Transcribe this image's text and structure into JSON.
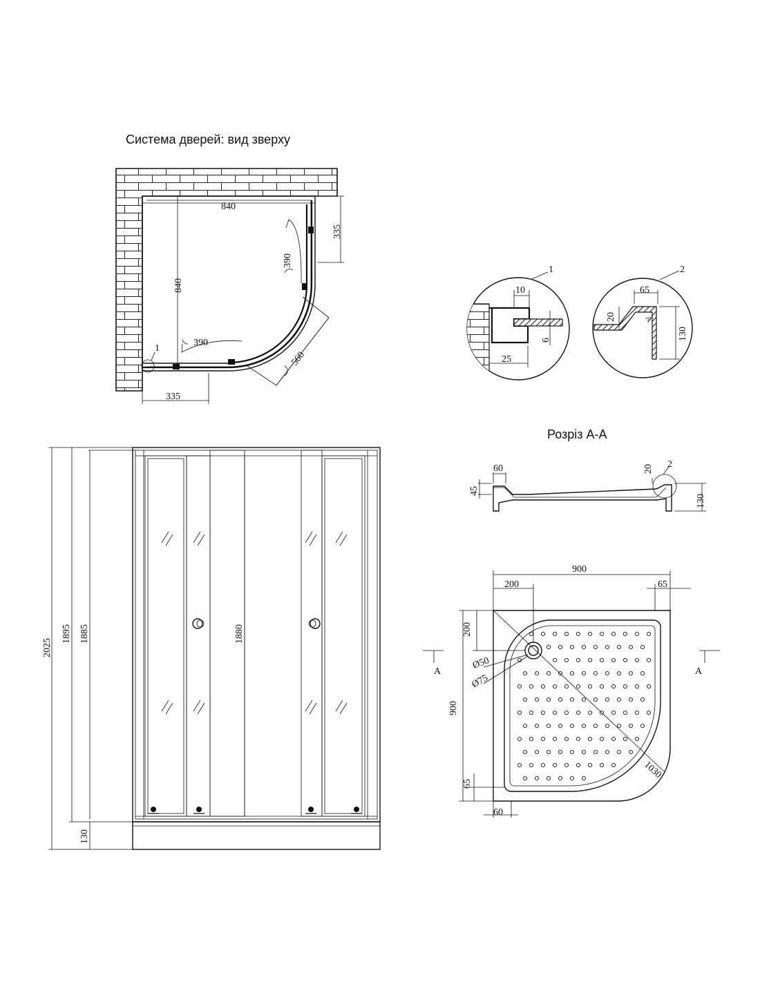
{
  "titles": {
    "door_system": "Система дверей: вид зверху",
    "section": "Розріз А-А"
  },
  "top_view": {
    "width": "840",
    "depth": "840",
    "side_panel": "335",
    "bottom_panel": "335",
    "door_top": "390",
    "door_left": "390",
    "opening": "560",
    "callout": "1"
  },
  "detail_1": {
    "label": "1",
    "gap": "10",
    "depth": "25",
    "height": "6"
  },
  "detail_2": {
    "label": "2",
    "top": "65",
    "step": "20",
    "height": "130",
    "marker": "A"
  },
  "front_view": {
    "total": "2025",
    "cabin": "1895",
    "glass": "1885",
    "door": "1880",
    "tray": "130"
  },
  "section_aa": {
    "edge": "60",
    "depth": "45",
    "rim": "20",
    "height": "130",
    "callout": "2"
  },
  "tray_plan": {
    "width": "900",
    "drain_offset_x": "200",
    "edge_right": "65",
    "drain_offset_y": "200",
    "depth": "900",
    "edge_bottom": "65",
    "edge_left": "60",
    "drain_small": "Ø50",
    "drain_large": "Ø75",
    "diagonal": "1030",
    "section_mark": "A"
  }
}
